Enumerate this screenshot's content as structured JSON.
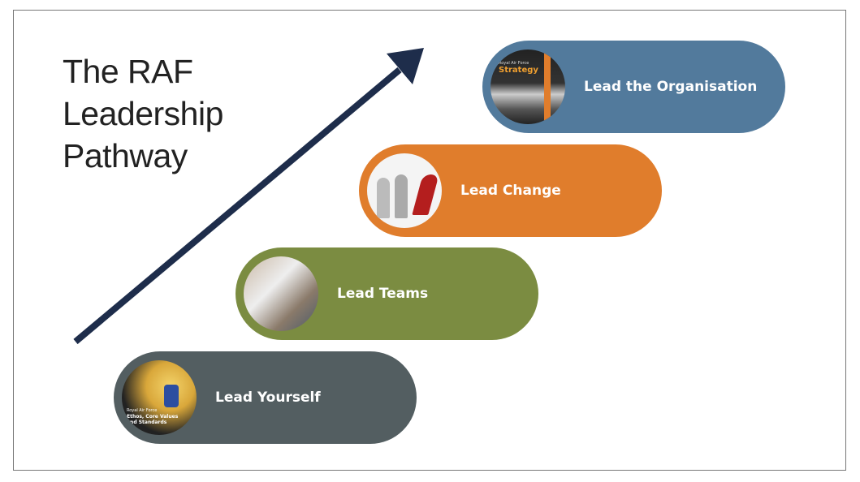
{
  "title": {
    "line1": "The RAF",
    "line2": "Leadership",
    "line3": "Pathway"
  },
  "colors": {
    "arrow": "#1e2d4b",
    "yourself": "#535e61",
    "teams": "#7b8c41",
    "change": "#e07d2c",
    "organisation": "#527a9c"
  },
  "steps": [
    {
      "label": "Lead Yourself",
      "image_caption_small": "Royal Air Force",
      "image_caption": "Ethos, Core Values and Standards"
    },
    {
      "label": "Lead Teams"
    },
    {
      "label": "Lead Change"
    },
    {
      "label": "Lead the Organisation",
      "image_caption_small": "Royal Air Force",
      "image_caption": "Strategy"
    }
  ]
}
